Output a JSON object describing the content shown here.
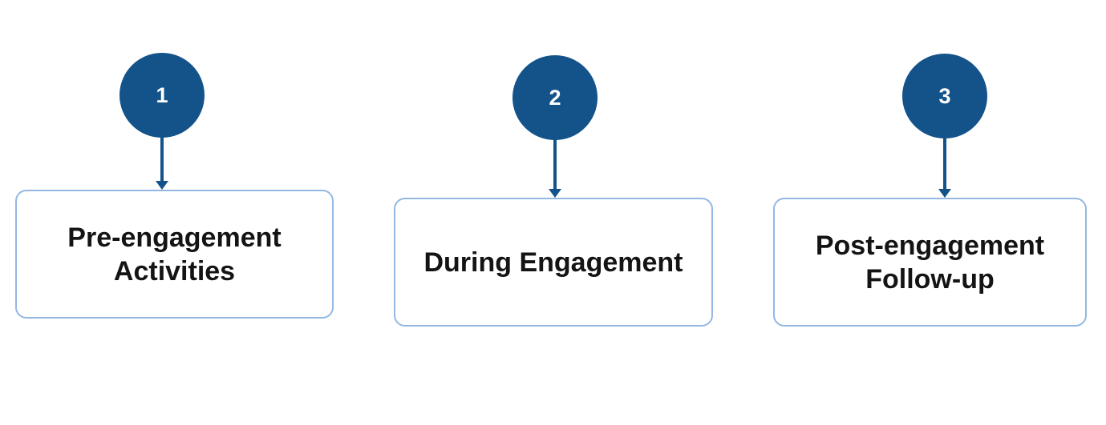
{
  "colors": {
    "circle_fill": "#14538a",
    "connector": "#14538a",
    "box_border": "#93b8e2",
    "box_text": "#141414"
  },
  "steps": [
    {
      "number": "1",
      "label_lines": [
        "Pre-engagement",
        "Activities"
      ]
    },
    {
      "number": "2",
      "label_lines": [
        "During Engagement"
      ]
    },
    {
      "number": "3",
      "label_lines": [
        "Post-engagement",
        "Follow-up"
      ]
    }
  ]
}
